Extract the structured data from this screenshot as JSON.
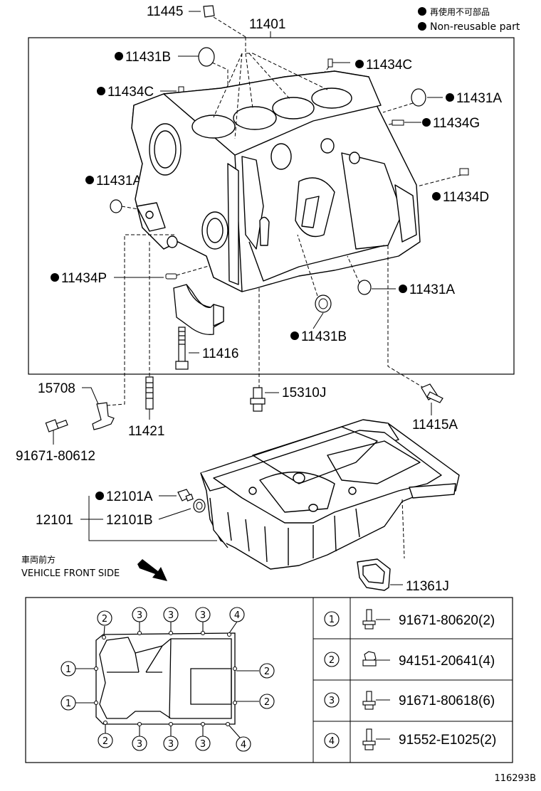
{
  "legend": {
    "jp": "再使用不可部品",
    "en": "Non-reusable part"
  },
  "parts": {
    "p11445": "11445",
    "p11401": "11401",
    "p11431B_top": "11431B",
    "p11434C_top": "11434C",
    "p11434C_left": "11434C",
    "p11431A_right": "11431A",
    "p11434G": "11434G",
    "p11431A_left": "11431A",
    "p11434D": "11434D",
    "p11434P": "11434P",
    "p11431A_low": "11431A",
    "p11431B_low": "11431B",
    "p11416": "11416",
    "p15708": "15708",
    "p15310J": "15310J",
    "p11421": "11421",
    "p11415A": "11415A",
    "p91671_80612": "91671-80612",
    "p12101A": "12101A",
    "p12101": "12101",
    "p12101B": "12101B",
    "p11361J": "11361J"
  },
  "front": {
    "jp": "車両前方",
    "en": "VEHICLE FRONT SIDE"
  },
  "bolts": [
    {
      "num": "1",
      "part": "91671-80620(2)"
    },
    {
      "num": "2",
      "part": "94151-20641(4)"
    },
    {
      "num": "3",
      "part": "91671-80618(6)"
    },
    {
      "num": "4",
      "part": "91552-E1025(2)"
    }
  ],
  "pan_callouts": {
    "top": [
      "2",
      "3",
      "3",
      "3",
      "4"
    ],
    "left": [
      "1",
      "1"
    ],
    "right": [
      "2",
      "2"
    ],
    "bottom": [
      "2",
      "3",
      "3",
      "3",
      "4"
    ]
  },
  "figure_id": "116293B"
}
